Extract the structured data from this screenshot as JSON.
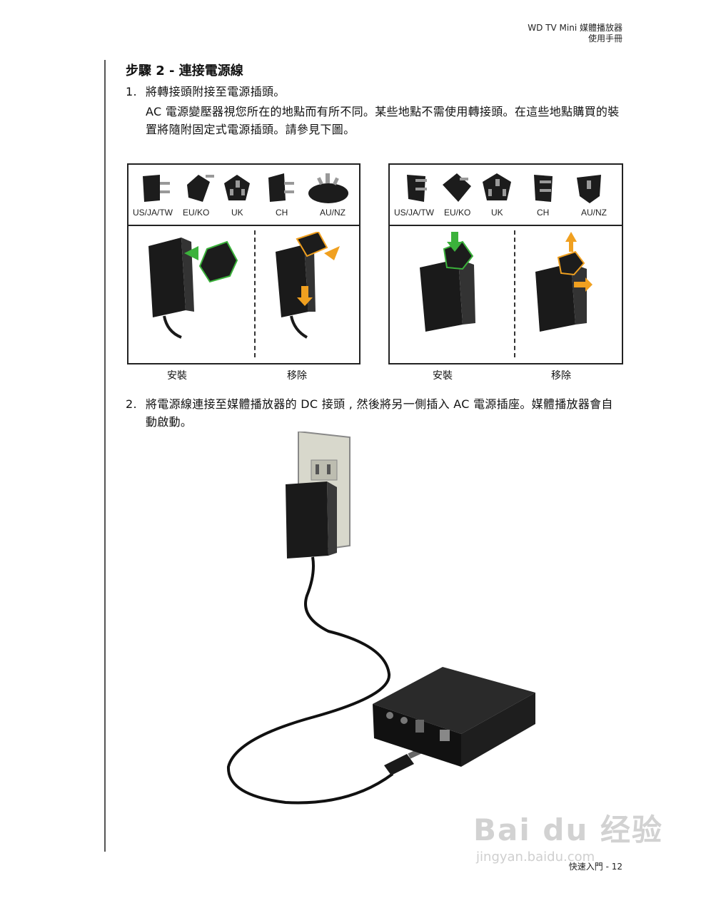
{
  "header": {
    "line1": "WD TV Mini 媒體播放器",
    "line2": "使用手冊"
  },
  "step_title": "步驟 2 - 連接電源線",
  "item1": {
    "num": "1.",
    "title": "將轉接頭附接至電源插頭。",
    "desc": "AC 電源變壓器視您所在的地點而有所不同。某些地點不需使用轉接頭。在這些地點購買的裝置將隨附固定式電源插頭。請參見下圖。"
  },
  "panels": [
    {
      "plugs": [
        "US/JA/TW",
        "EU/KO",
        "UK",
        "CH",
        "AU/NZ"
      ]
    },
    {
      "plugs": [
        "US/JA/TW",
        "EU/KO",
        "UK",
        "CH",
        "AU/NZ"
      ]
    }
  ],
  "captions": {
    "install": "安裝",
    "remove": "移除"
  },
  "item2": {
    "num": "2.",
    "text": "將電源線連接至媒體播放器的 DC 接頭 , 然後將另一側插入 AC 電源插座。媒體播放器會自動啟動。"
  },
  "footer": "快速入門 - 12",
  "watermark": {
    "main": "Bai du 经验",
    "sub": "jingyan.baidu.com"
  },
  "colors": {
    "install_arrow": "#3bb23b",
    "remove_arrow": "#f0a020"
  }
}
